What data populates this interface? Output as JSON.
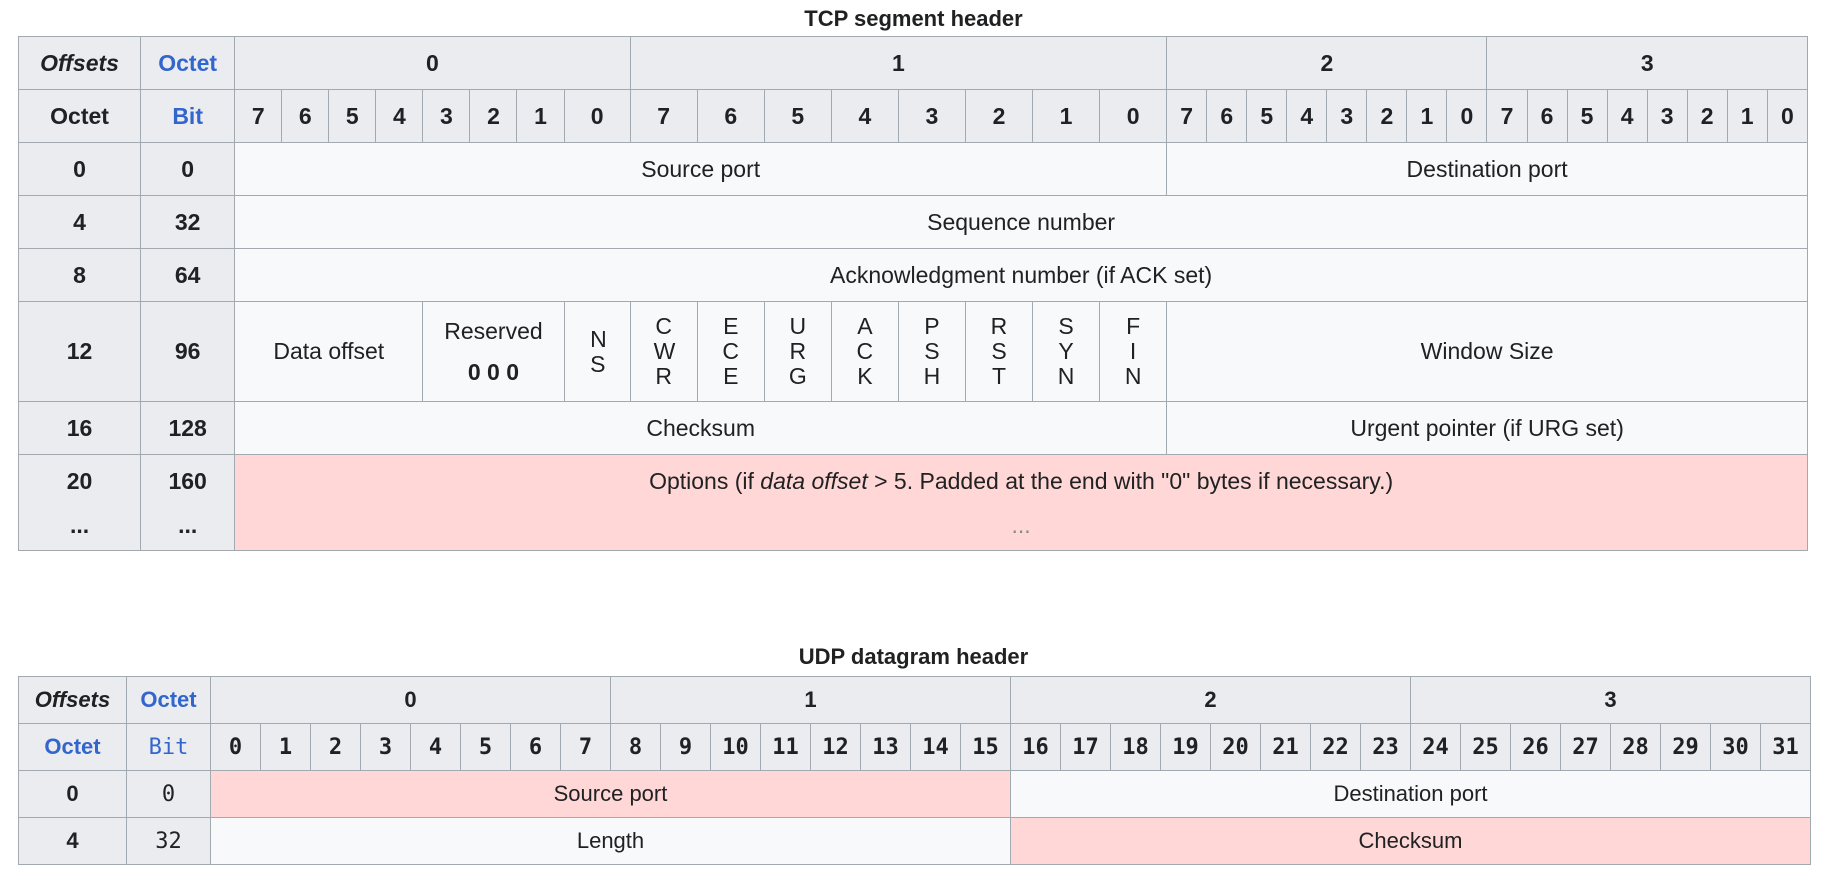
{
  "tcp": {
    "title": "TCP segment header",
    "corner": {
      "offsets": "Offsets",
      "octet_top": "Octet",
      "octet_left": "Octet",
      "bit": "Bit"
    },
    "octets": [
      "0",
      "1",
      "2",
      "3"
    ],
    "bits": [
      "7",
      "6",
      "5",
      "4",
      "3",
      "2",
      "1",
      "0"
    ],
    "rows": [
      {
        "octet": "0",
        "bit": "0"
      },
      {
        "octet": "4",
        "bit": "32"
      },
      {
        "octet": "8",
        "bit": "64"
      },
      {
        "octet": "12",
        "bit": "96"
      },
      {
        "octet": "16",
        "bit": "128"
      },
      {
        "octet": "20",
        "bit": "160"
      }
    ],
    "ellipsis": "...",
    "fields": {
      "source_port": "Source port",
      "destination_port": "Destination port",
      "sequence_number": "Sequence number",
      "acknowledgment_number": "Acknowledgment number (if ACK set)",
      "data_offset": "Data offset",
      "reserved": "Reserved",
      "reserved_bits": "0 0 0",
      "ns": "N S",
      "cwr": "C W R",
      "ece": "E C E",
      "urg": "U R G",
      "ack": "A C K",
      "psh": "P S H",
      "rst": "R S T",
      "syn": "S Y N",
      "fin": "F I N",
      "window_size": "Window Size",
      "checksum": "Checksum",
      "urgent_pointer": "Urgent pointer (if URG set)",
      "options_pre": "Options (if ",
      "options_em": "data offset",
      "options_post": " > 5. Padded at the end with \"0\" bytes if necessary.)",
      "options_ellipsis": "..."
    }
  },
  "udp": {
    "title": "UDP datagram header",
    "corner": {
      "offsets": "Offsets",
      "octet_top": "Octet",
      "octet_left": "Octet",
      "bit": "Bit"
    },
    "octets": [
      "0",
      "1",
      "2",
      "3"
    ],
    "bits": [
      "0",
      "1",
      "2",
      "3",
      "4",
      "5",
      "6",
      "7",
      "8",
      "9",
      "10",
      "11",
      "12",
      "13",
      "14",
      "15",
      "16",
      "17",
      "18",
      "19",
      "20",
      "21",
      "22",
      "23",
      "24",
      "25",
      "26",
      "27",
      "28",
      "29",
      "30",
      "31"
    ],
    "rows": [
      {
        "octet": "0",
        "bit": "0"
      },
      {
        "octet": "4",
        "bit": "32"
      }
    ],
    "fields": {
      "source_port": "Source port",
      "destination_port": "Destination port",
      "length": "Length",
      "checksum": "Checksum"
    }
  }
}
